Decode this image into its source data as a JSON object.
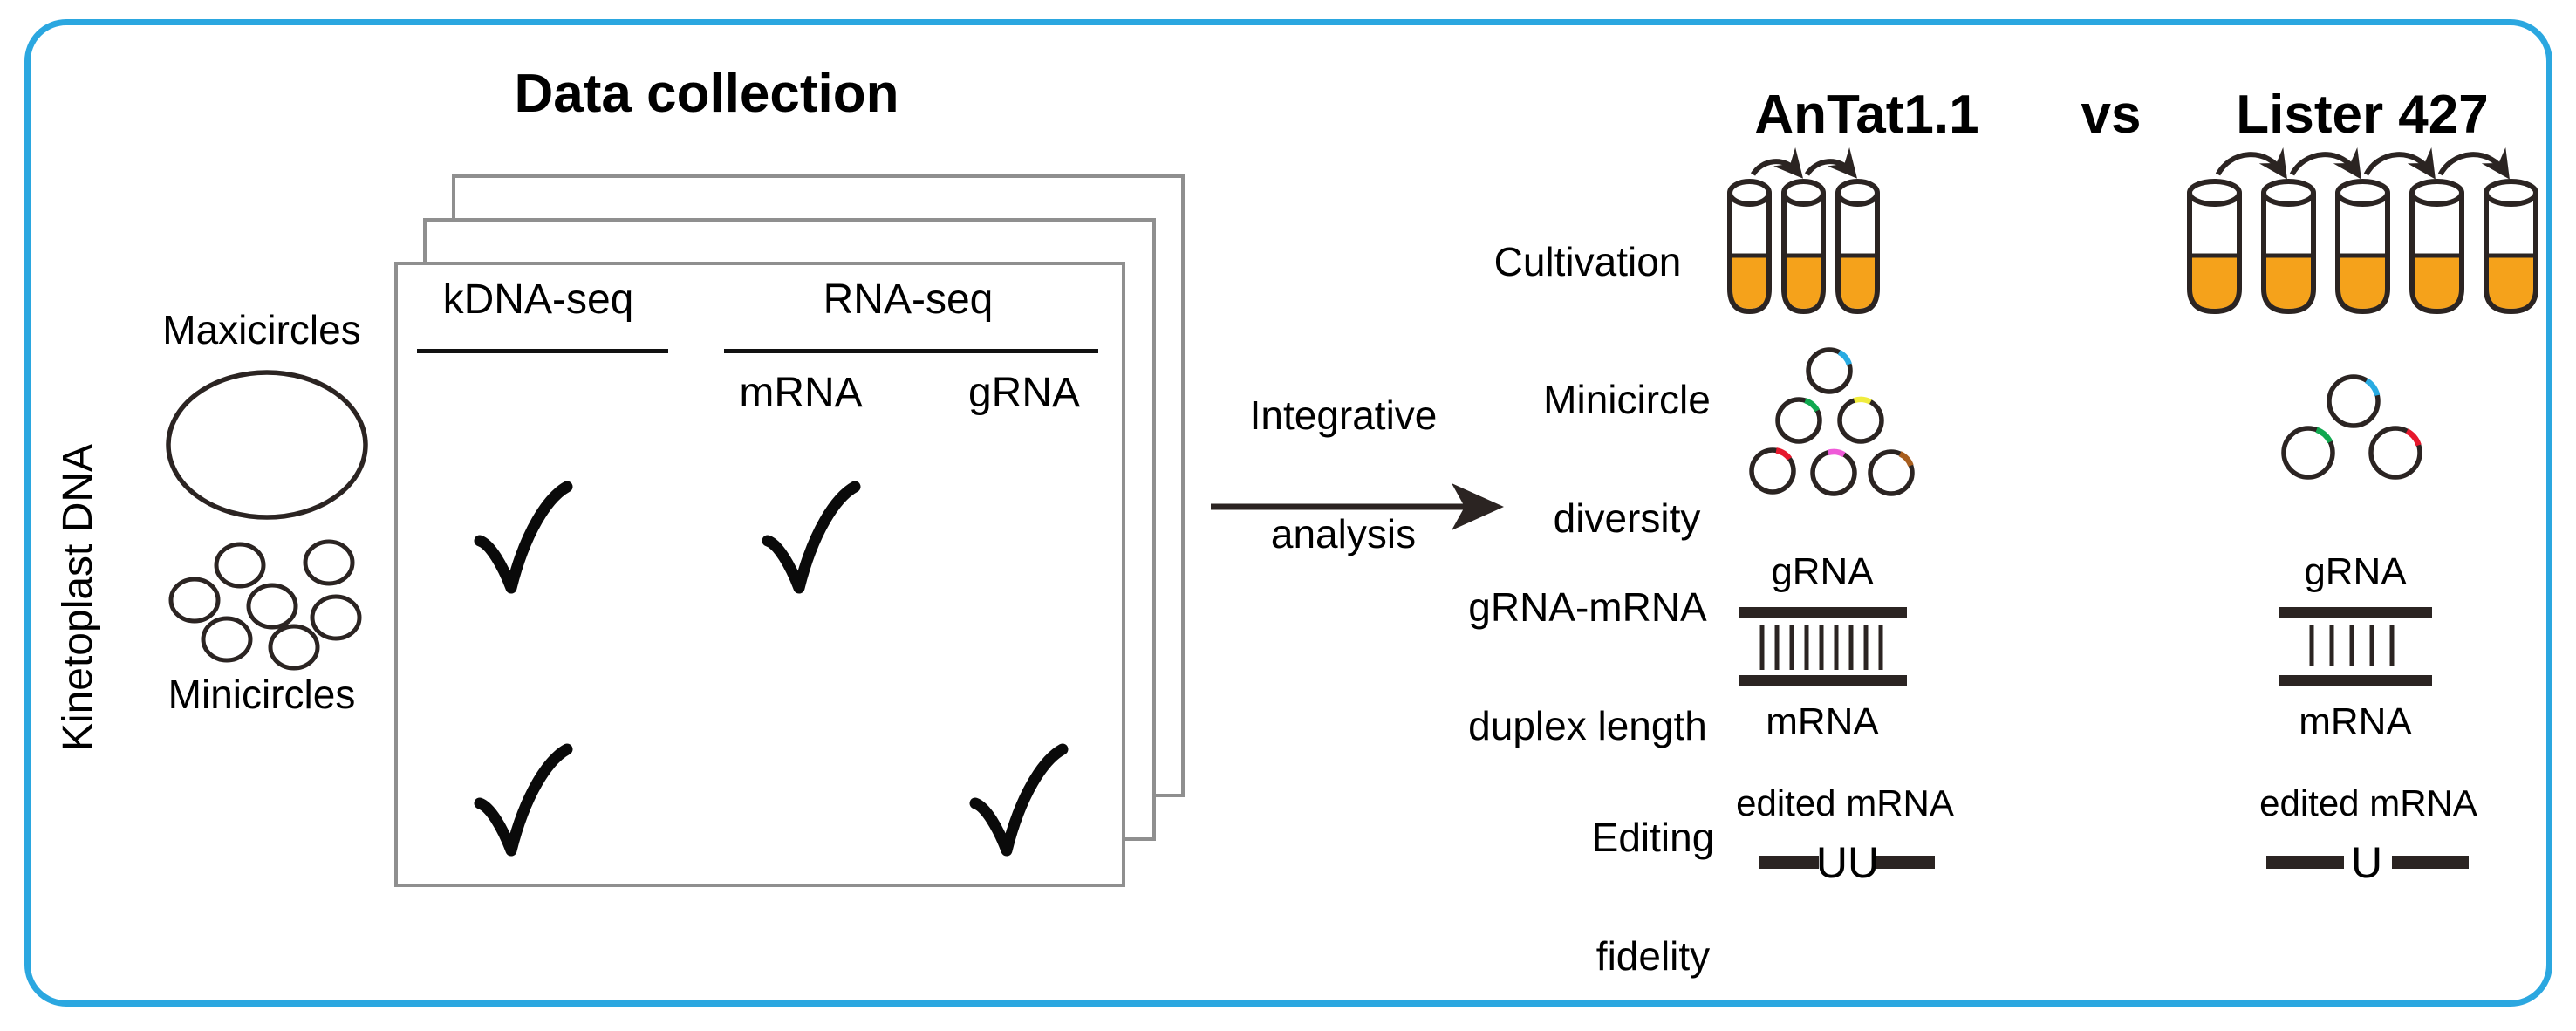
{
  "title": "Data collection",
  "kinetoplast": {
    "side_label": "Kinetoplast DNA",
    "maxicircles": "Maxicircles",
    "minicircles": "Minicircles"
  },
  "table": {
    "col_kdna": "kDNA-seq",
    "col_rna": "RNA-seq",
    "sub_mrna": "mRNA",
    "sub_grna": "gRNA",
    "rows": [
      {
        "sample": "Maxicircles",
        "kdna_seq": true,
        "mrna": true,
        "grna": false
      },
      {
        "sample": "Minicircles",
        "kdna_seq": true,
        "mrna": false,
        "grna": true
      }
    ]
  },
  "integrative": {
    "line1": "Integrative",
    "line2": "analysis"
  },
  "comparison": {
    "strain_left": "AnTat1.1",
    "vs": "vs",
    "strain_right": "Lister 427"
  },
  "rows": {
    "cultivation": "Cultivation",
    "minicircle1": "Minicircle",
    "minicircle2": "diversity",
    "duplex1": "gRNA-mRNA",
    "duplex2": "duplex length",
    "fidelity1": "Editing",
    "fidelity2": "fidelity"
  },
  "cultivation": {
    "antat_tube_count": 3,
    "lister_tube_count": 5
  },
  "diversity": {
    "antat_minicircle_count": 6,
    "lister_minicircle_count": 3,
    "antat_arc_colors": [
      "#29ABE2",
      "#10A84F",
      "#F0EC3D",
      "#E6182D",
      "#EF5AD8",
      "#A85E1E"
    ],
    "lister_arc_colors": [
      "#29ABE2",
      "#10A84F",
      "#E6182D"
    ]
  },
  "duplex": {
    "grna": "gRNA",
    "mrna": "mRNA",
    "antat_basepair_count": 9,
    "lister_basepair_count": 5
  },
  "fidelity": {
    "edited_antat": "edited mRNA",
    "edited_lister": "edited mRNA",
    "insert_antat": "UU",
    "insert_lister": "U"
  },
  "colors": {
    "border": "#2BA7E0",
    "outline": "#2B2422",
    "card_border": "#8F8F8F",
    "tube_fill": "#F5A21B"
  }
}
